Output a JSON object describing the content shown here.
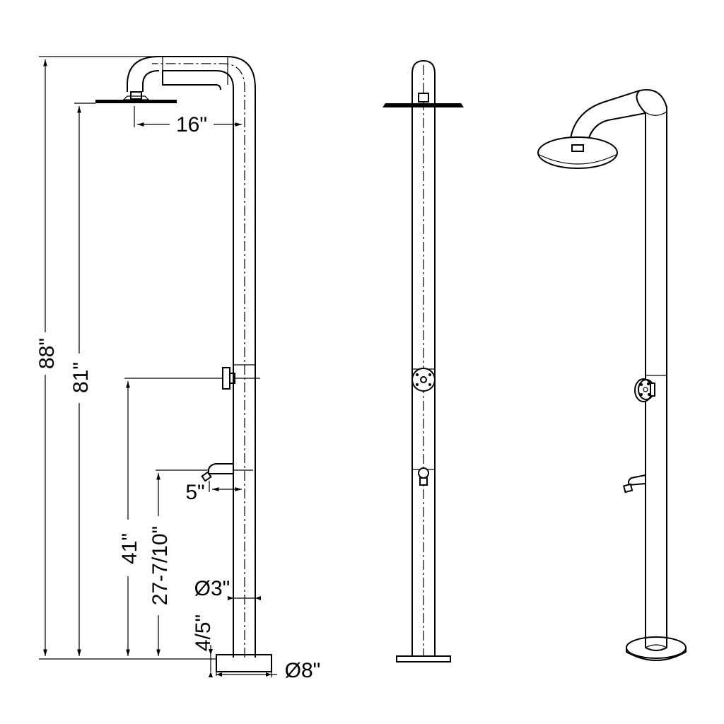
{
  "dimensions": {
    "total_height": "88\"",
    "head_height": "81\"",
    "arm_reach": "16\"",
    "valve_height": "41\"",
    "spout_height": "27-7/10\"",
    "spout_projection": "5\"",
    "pipe_diameter": "Ø3\"",
    "base_thickness": "4/5\"",
    "base_diameter": "Ø8\""
  }
}
